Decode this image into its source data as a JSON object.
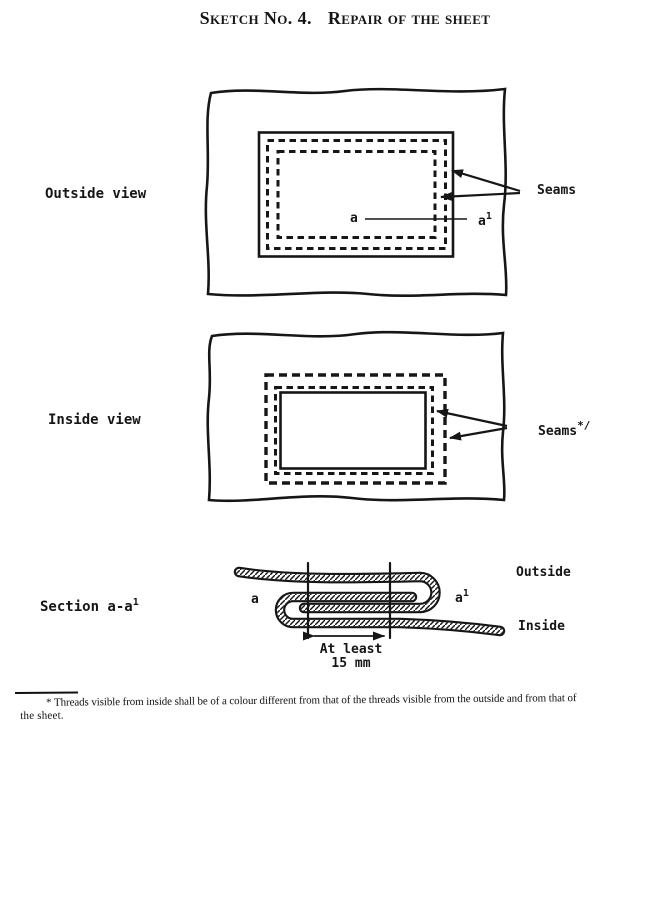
{
  "colors": {
    "ink": "#161616",
    "paper": "#ffffff"
  },
  "title": {
    "part1": "Sketch No. 4.",
    "part2": "Repair of the sheet"
  },
  "outside_view": {
    "label": "Outside view",
    "seams_label": "Seams",
    "point_a": "a",
    "point_a1_base": "a",
    "point_a1_sup": "1"
  },
  "inside_view": {
    "label": "Inside view",
    "seams_label": "Seams",
    "seams_footnote_mark": "*/"
  },
  "section": {
    "label_base": "Section a-a",
    "label_sup": "1",
    "point_a": "a",
    "point_a1_base": "a",
    "point_a1_sup": "1",
    "side_outside": "Outside",
    "side_inside": "Inside",
    "dimension_line1": "At least",
    "dimension_line2": "15 mm"
  },
  "footnote": {
    "line1": "* Threads visible from inside shall be of a colour different from that of the threads visible from the outside and from that of",
    "line2": "the sheet."
  }
}
